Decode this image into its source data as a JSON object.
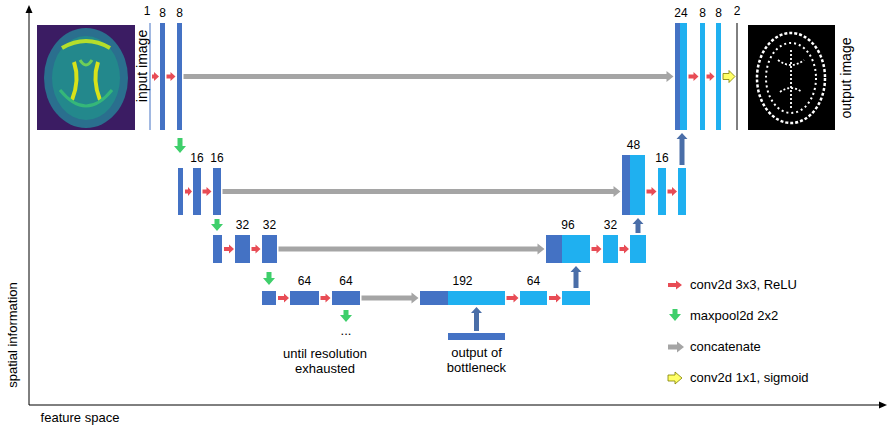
{
  "diagram": {
    "nodes": [
      {
        "text": [
          "8"
        ]
      },
      {
        "text": [
          "8"
        ]
      },
      {
        "text": [
          "16"
        ]
      },
      {
        "text": [
          "16"
        ]
      },
      {
        "text": [
          "32"
        ]
      },
      {
        "text": [
          "32"
        ]
      },
      {
        "text": [
          "64"
        ]
      },
      {
        "text": [
          "64"
        ]
      },
      {
        "text": [
          "192"
        ]
      },
      {
        "text": [
          "64"
        ]
      },
      {
        "text": [
          "output of bottleneck"
        ]
      },
      {
        "text": [
          "96"
        ]
      },
      {
        "text": [
          "32"
        ]
      },
      {
        "text": [
          "48"
        ]
      },
      {
        "text": [
          "16"
        ]
      },
      {
        "text": [
          "24"
        ]
      },
      {
        "text": [
          "8"
        ]
      },
      {
        "text": [
          "8"
        ]
      }
    ],
    "edges": [
      {
        "from": 0,
        "to": 1,
        "arrow": "to"
      },
      {
        "from": 1,
        "to": 15,
        "arrow": "to"
      },
      {
        "from": 2,
        "to": 3,
        "arrow": "to"
      },
      {
        "from": 3,
        "to": 13,
        "arrow": "to"
      },
      {
        "from": 4,
        "to": 5,
        "arrow": "to"
      },
      {
        "from": 5,
        "to": 11,
        "arrow": "to"
      },
      {
        "from": 6,
        "to": 7,
        "arrow": "to"
      },
      {
        "from": 7,
        "to": 8,
        "arrow": "to"
      },
      {
        "from": 8,
        "to": 9,
        "arrow": "to"
      },
      {
        "from": 10,
        "to": 8,
        "arrow": "to"
      },
      {
        "from": 11,
        "to": 12,
        "arrow": "to"
      },
      {
        "from": 13,
        "to": 14,
        "arrow": "to"
      },
      {
        "from": 15,
        "to": 16,
        "arrow": "to"
      },
      {
        "from": 16,
        "to": 17,
        "arrow": "to"
      }
    ],
    "labels": [
      "1",
      "input image",
      "2",
      "output image",
      "...",
      "until resolution exhausted",
      "spatial information",
      "feature space"
    ],
    "legend": [
      {
        "text": "conv2d 3x3, ReLU"
      },
      {
        "text": "maxpool2d 2x2"
      },
      {
        "text": "concatenate"
      },
      {
        "text": "conv2d 1x1, sigmoid"
      }
    ]
  }
}
